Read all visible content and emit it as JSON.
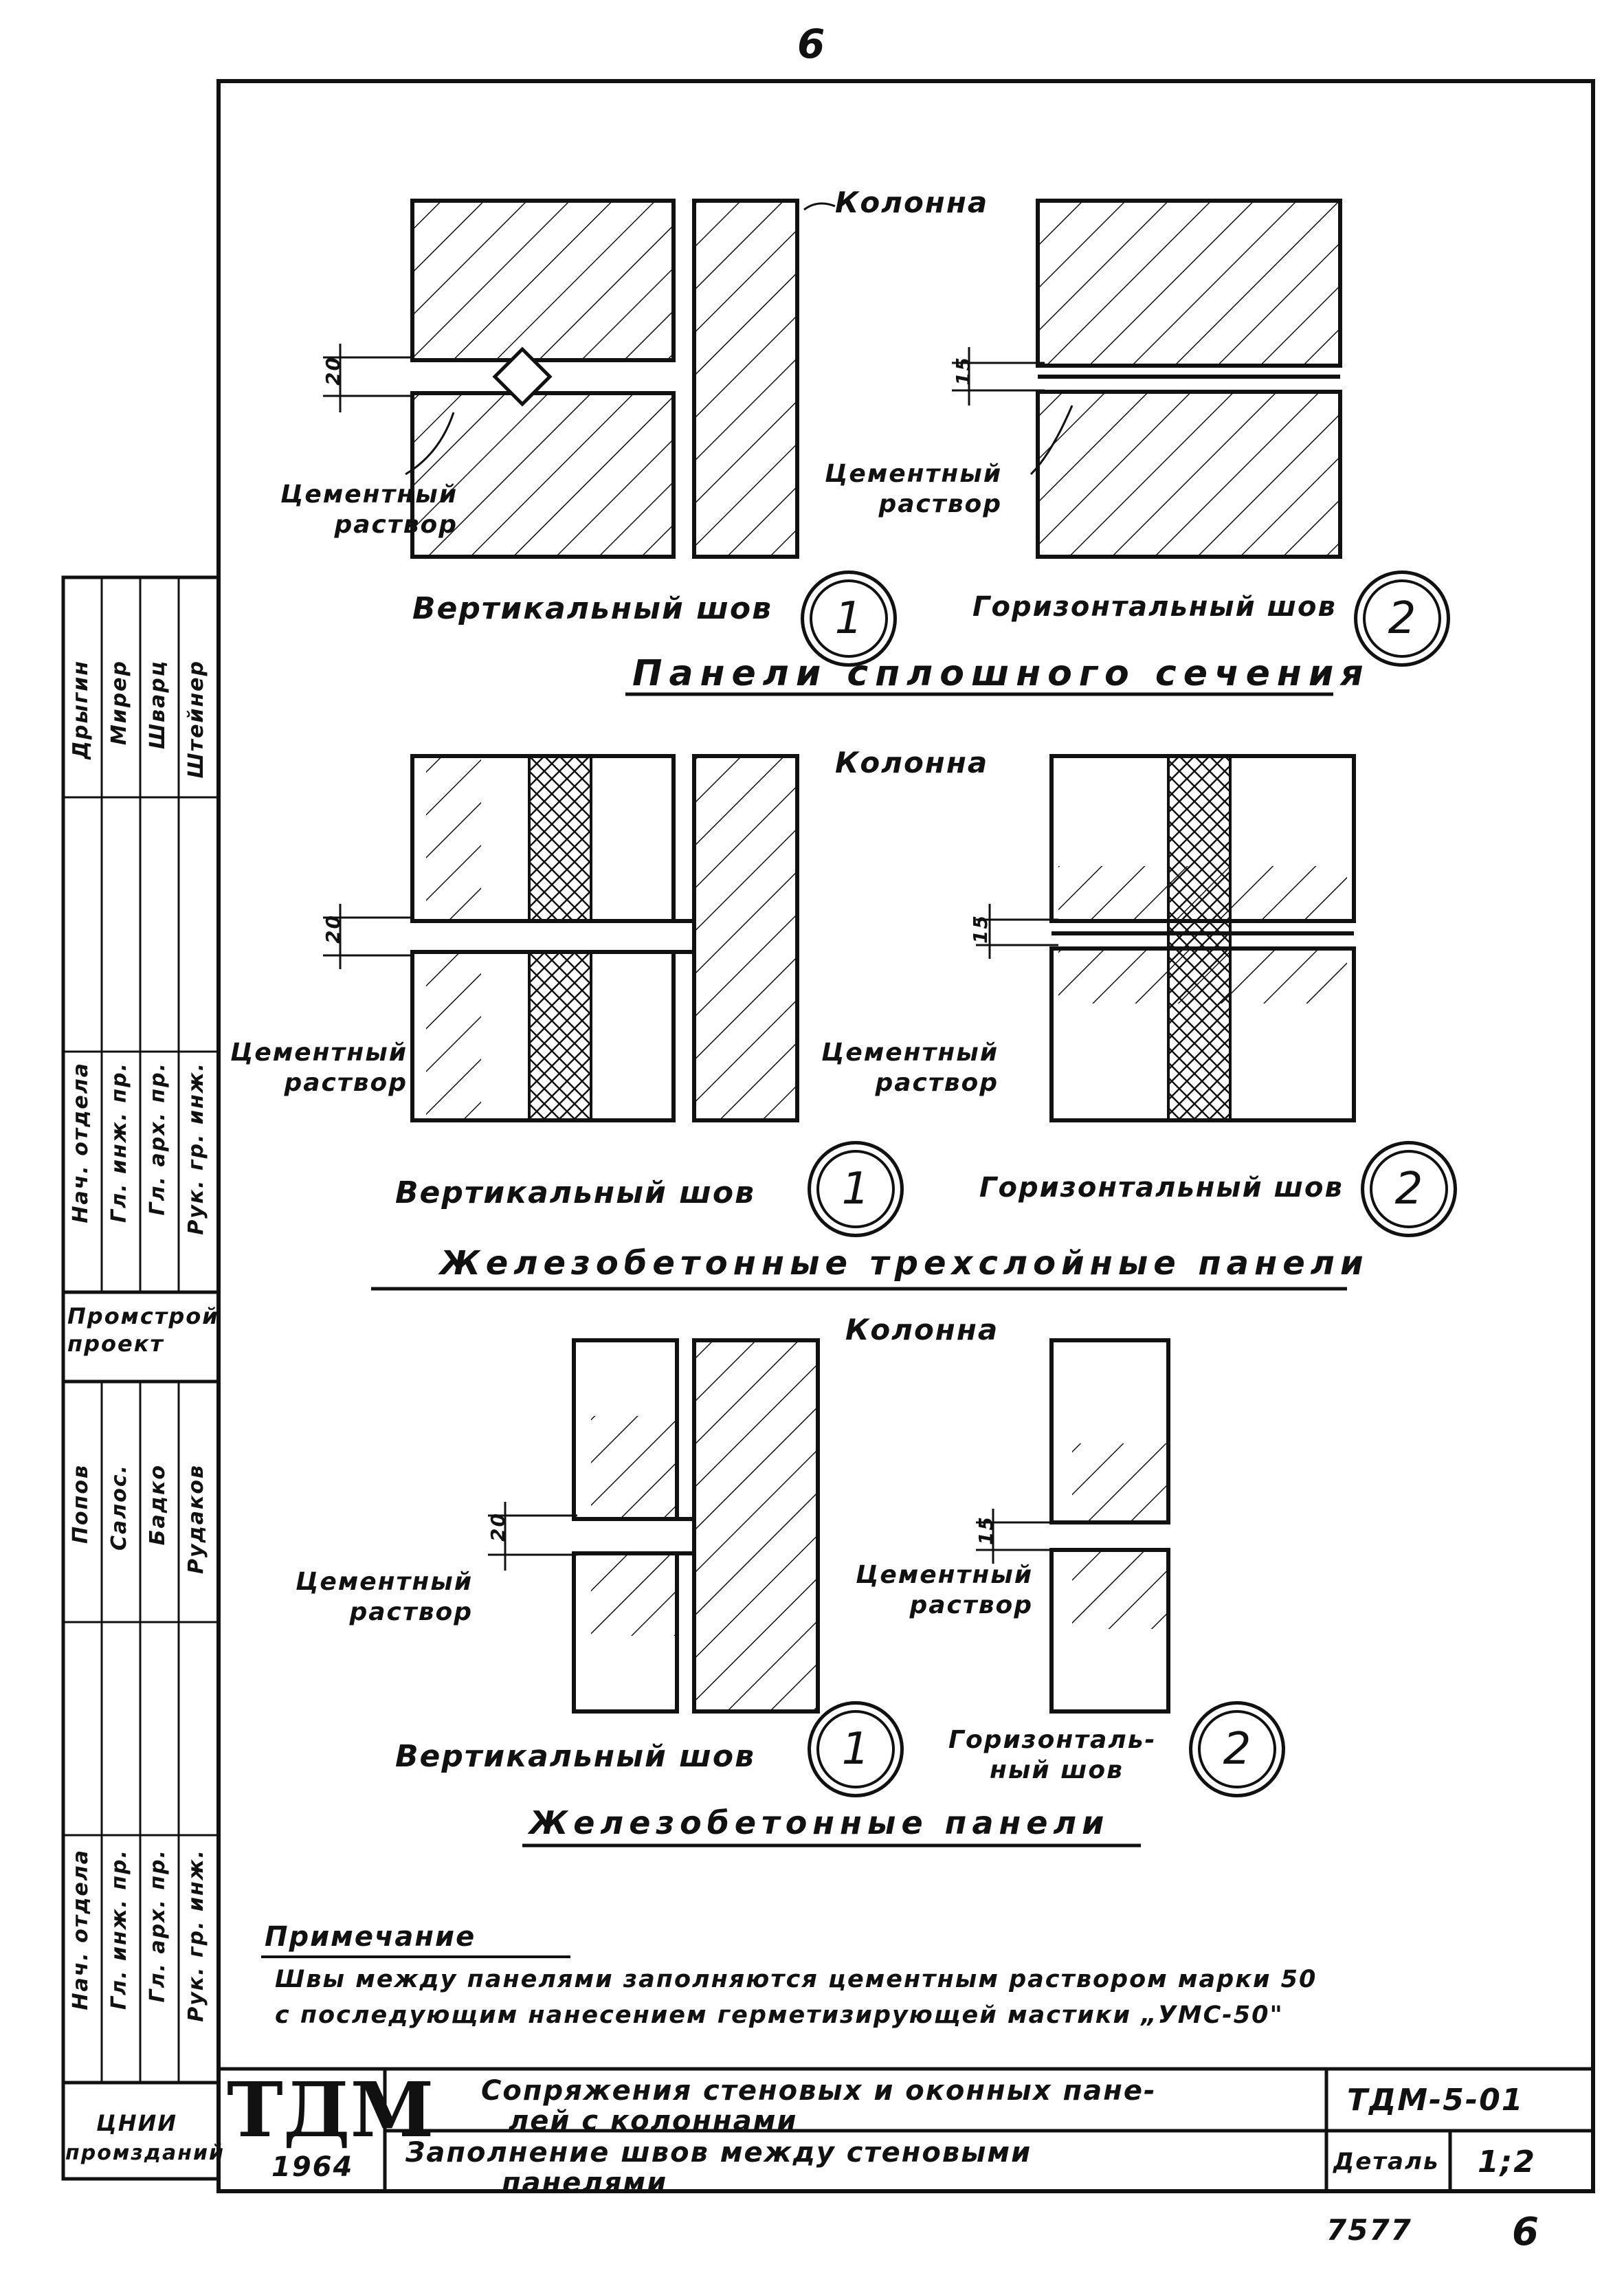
{
  "page_number_top": "6",
  "page_number_bottom": "6",
  "inventory_number": "7577",
  "labels": {
    "column": "Колонна",
    "cement_mortar_l1": "Цементный",
    "cement_mortar_l2": "раствор",
    "vertical_seam": "Вертикальный шов",
    "horizontal_seam": "Горизонтальный шов",
    "horizontal_seam_split_l1": "Горизонталь-",
    "horizontal_seam_split_l2": "ный шов",
    "dim_20": "20",
    "dim_15": "15",
    "mark_1": "1",
    "mark_2": "2"
  },
  "sections": {
    "s1_title": "Панели сплошного сечения",
    "s2_title": "Железобетонные трехслойные панели",
    "s3_title": "Железобетонные панели"
  },
  "note": {
    "heading": "Примечание",
    "line1": "Швы между панелями заполняются цементным раствором марки 50",
    "line2": "с последующим нанесением герметизирующей мастики „УМС-50\""
  },
  "stamp": {
    "logo": "ТДМ",
    "year": "1964",
    "org_l1": "ЦНИИ",
    "org_l2": "промзданий",
    "title_top": "Сопряжения стеновых и оконных пане-",
    "title_top2": "лей с колоннами",
    "title_bottom": "Заполнение швов между стеновыми",
    "title_bottom2": "панелями",
    "code": "ТДМ-5-01",
    "detail_label": "Деталь",
    "detail_value": "1;2"
  },
  "sidebar_upper": {
    "roles": [
      "Нач. отдела",
      "Гл. инж. пр.",
      "Гл. арх. пр.",
      "Рук. гр. инж."
    ],
    "names": [
      "Дрыгин",
      "Мирер",
      "Шварц",
      "Штейнер"
    ],
    "org": "Промстрой проект"
  },
  "sidebar_lower": {
    "roles": [
      "Нач. отдела",
      "Гл. инж. пр.",
      "Гл. арх. пр.",
      "Рук. гр. инж."
    ],
    "names": [
      "Попов",
      "Салос.",
      "Бадко",
      "Рудаков"
    ]
  }
}
